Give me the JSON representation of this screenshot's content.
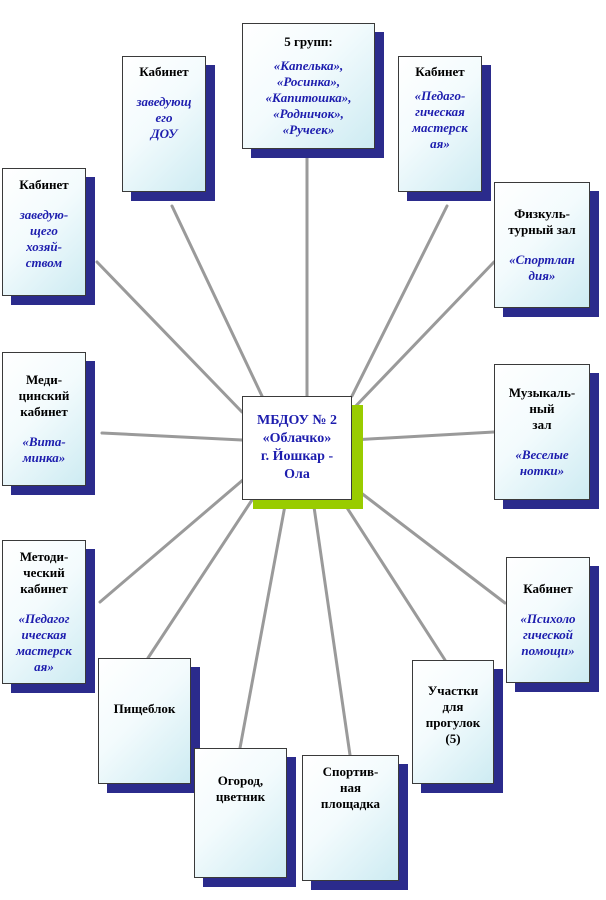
{
  "center": {
    "text": "МБДОУ № 2\n«Облачко»\nг. Йошкар -\nОла"
  },
  "nodes": {
    "groups": {
      "title": "5 групп:",
      "sub": "«Капелька»,\n«Росинка»,\n«Капитошка»,\n«Родничок»,\n«Ручеек»"
    },
    "head_office": {
      "title": "Кабинет",
      "sub": "заведующ\nего\nДОУ"
    },
    "ped_workshop_top": {
      "title": "Кабинет",
      "sub": "«Педаго-\nгическая\nмастерск\nая»"
    },
    "household_office": {
      "title": "Кабинет",
      "sub": "заведую-\nщего\nхозяй-\nством"
    },
    "gym": {
      "title": "Физкуль-\nтурный зал",
      "sub": "«Спортлан\nдия»"
    },
    "medical": {
      "title": "Меди-\nцинский\nкабинет",
      "sub": "«Вита-\nминка»"
    },
    "music_hall": {
      "title": "Музыкаль-\nный\nзал",
      "sub": "«Веселые\nнотки»"
    },
    "methodical": {
      "title": "Методи-\nческий\nкабинет",
      "sub": "«Педагог\nическая\nмастерск\nая»"
    },
    "psychology": {
      "title": "Кабинет",
      "sub": "«Психоло\nгической\nпомощи»"
    },
    "kitchen": {
      "title": "Пищеблок"
    },
    "garden": {
      "title": "Огород,\nцветник"
    },
    "sports_ground": {
      "title": "Спортив-\nная\nплощадка"
    },
    "walk_areas": {
      "title": "Участки\nдля\nпрогулок\n(5)"
    }
  }
}
